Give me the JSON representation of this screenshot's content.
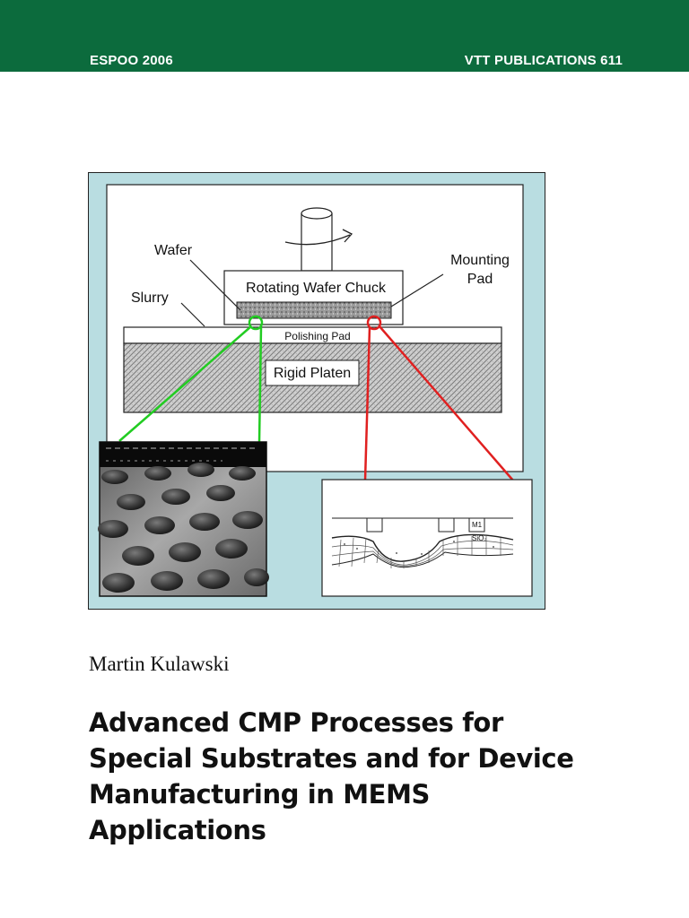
{
  "header": {
    "left": "ESPOO 2006",
    "right": "VTT PUBLICATIONS 611",
    "color": "#0c6b3d"
  },
  "figure": {
    "labels": {
      "wafer": "Wafer",
      "slurry": "Slurry",
      "chuck": "Rotating Wafer Chuck",
      "mounting_line1": "Mounting",
      "mounting_line2": "Pad",
      "polishing_pad": "Polishing Pad",
      "platen": "Rigid Platen",
      "m1": "M1",
      "sio2": "SiO₂"
    },
    "colors": {
      "frame_bg": "#b9dde1",
      "left_callout": "#22cc22",
      "right_callout": "#e02020"
    }
  },
  "author": "Martin Kulawski",
  "title_lines": [
    "Advanced CMP Processes for",
    "Special Substrates and for Device",
    "Manufacturing in MEMS",
    "Applications"
  ]
}
